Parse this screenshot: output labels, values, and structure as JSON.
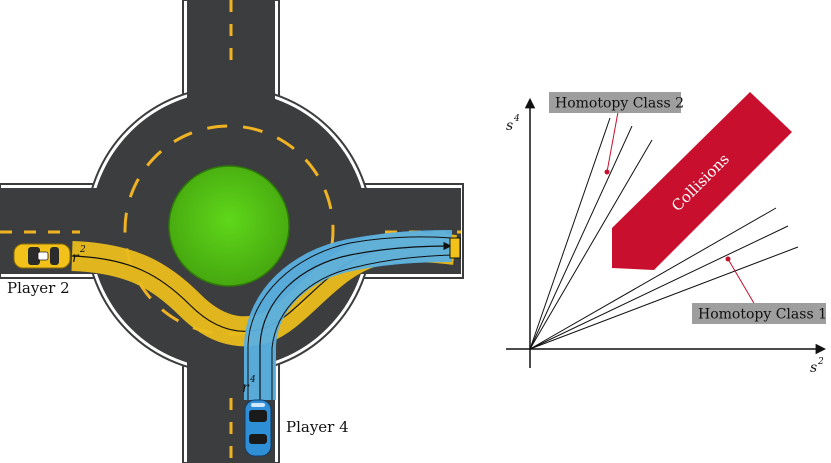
{
  "players": {
    "p2": {
      "label": "Player 2",
      "path_symbol": "r",
      "path_sup": "2",
      "color": "#f2c21b"
    },
    "p4": {
      "label": "Player 4",
      "path_symbol": "r",
      "path_sup": "4",
      "color": "#4aa8e0"
    }
  },
  "plot": {
    "x_axis": {
      "symbol": "s",
      "sup": "2"
    },
    "y_axis": {
      "symbol": "s",
      "sup": "4"
    },
    "collision_label": "Collisions",
    "class2_label": "Homotopy Class 2",
    "class1_label": "Homotopy Class 1",
    "collision_color": "#c8102e",
    "tag_color": "#9e9e9e"
  },
  "scene_colors": {
    "road": "#3b3d3f",
    "lane_mark": "#f0b323",
    "island": "#55c515"
  }
}
